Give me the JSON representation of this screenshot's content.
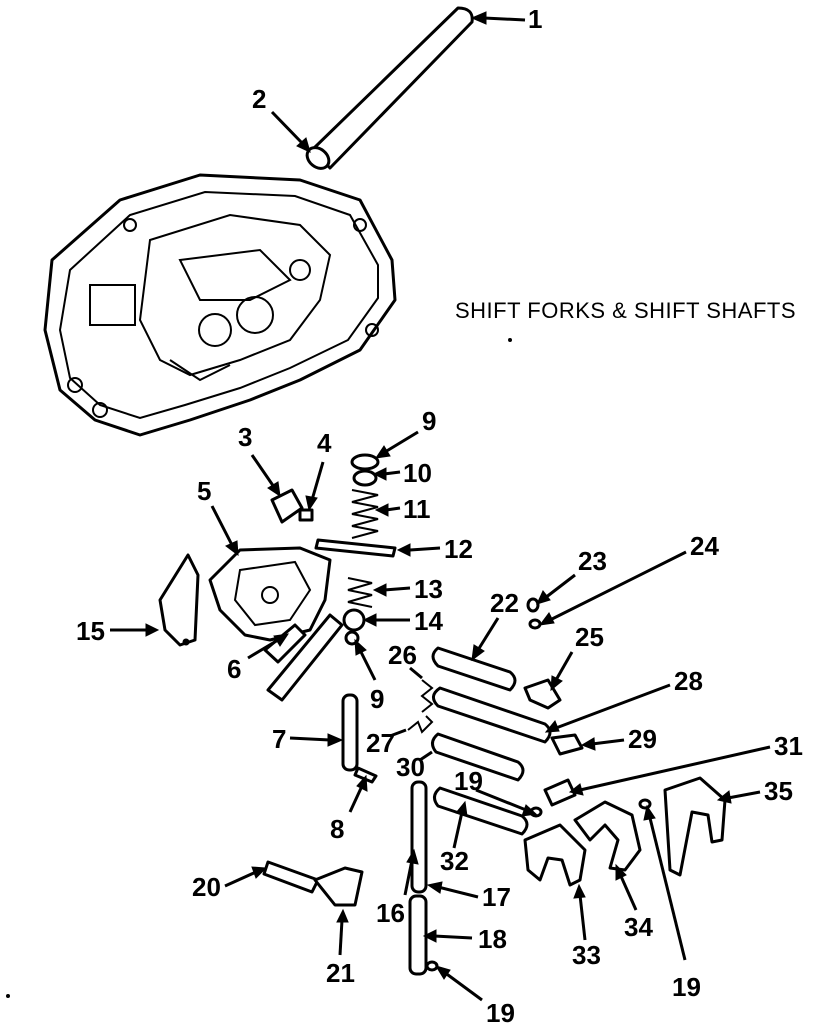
{
  "diagram": {
    "title": "SHIFT FORKS & SHIFT SHAFTS",
    "callouts": [
      {
        "id": "c1",
        "text": "1"
      },
      {
        "id": "c2",
        "text": "2"
      },
      {
        "id": "c3",
        "text": "3"
      },
      {
        "id": "c4",
        "text": "4"
      },
      {
        "id": "c5",
        "text": "5"
      },
      {
        "id": "c6",
        "text": "6"
      },
      {
        "id": "c7",
        "text": "7"
      },
      {
        "id": "c8",
        "text": "8"
      },
      {
        "id": "c9a",
        "text": "9"
      },
      {
        "id": "c9b",
        "text": "9"
      },
      {
        "id": "c10",
        "text": "10"
      },
      {
        "id": "c11",
        "text": "11"
      },
      {
        "id": "c12",
        "text": "12"
      },
      {
        "id": "c13",
        "text": "13"
      },
      {
        "id": "c14",
        "text": "14"
      },
      {
        "id": "c15",
        "text": "15"
      },
      {
        "id": "c16",
        "text": "16"
      },
      {
        "id": "c17",
        "text": "17"
      },
      {
        "id": "c18",
        "text": "18"
      },
      {
        "id": "c19a",
        "text": "19"
      },
      {
        "id": "c19b",
        "text": "19"
      },
      {
        "id": "c19c",
        "text": "19"
      },
      {
        "id": "c20",
        "text": "20"
      },
      {
        "id": "c21",
        "text": "21"
      },
      {
        "id": "c22",
        "text": "22"
      },
      {
        "id": "c23",
        "text": "23"
      },
      {
        "id": "c24",
        "text": "24"
      },
      {
        "id": "c25",
        "text": "25"
      },
      {
        "id": "c26",
        "text": "26"
      },
      {
        "id": "c27",
        "text": "27"
      },
      {
        "id": "c28",
        "text": "28"
      },
      {
        "id": "c29",
        "text": "29"
      },
      {
        "id": "c30",
        "text": "30"
      },
      {
        "id": "c31",
        "text": "31"
      },
      {
        "id": "c32",
        "text": "32"
      },
      {
        "id": "c33",
        "text": "33"
      },
      {
        "id": "c34",
        "text": "34"
      },
      {
        "id": "c35",
        "text": "35"
      }
    ]
  }
}
